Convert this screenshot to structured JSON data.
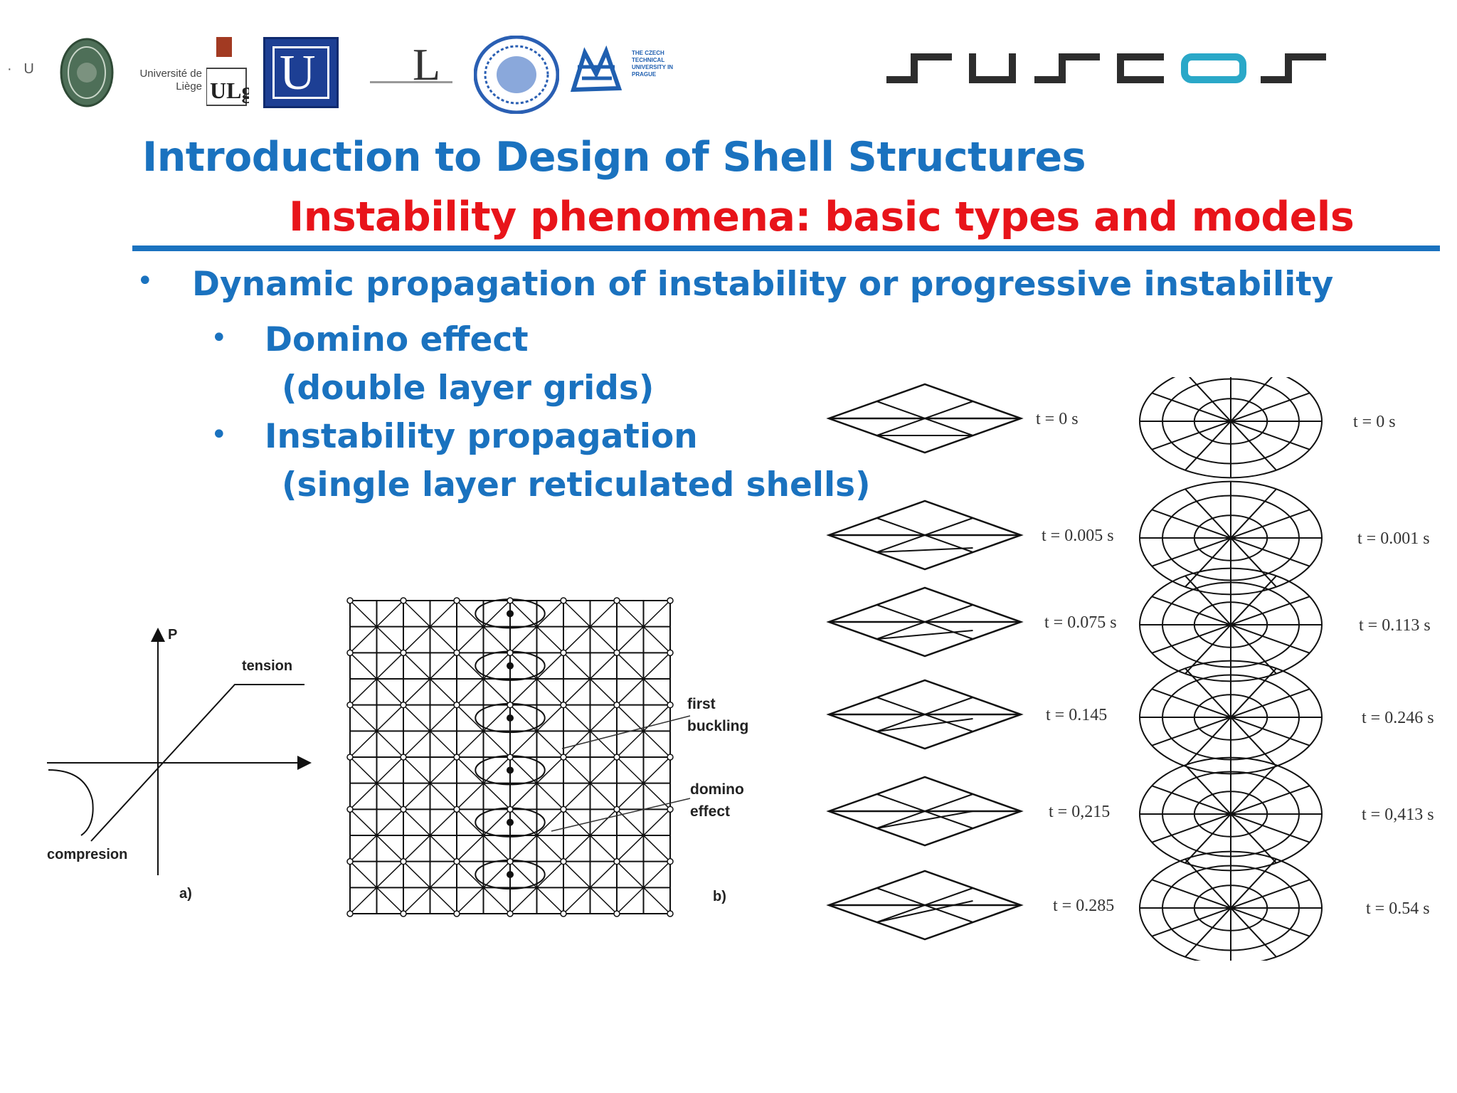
{
  "logos": [
    {
      "name": "logo-small-u",
      "text": "U"
    },
    {
      "name": "logo-green-seal",
      "text": ""
    },
    {
      "name": "logo-universite-de-liege",
      "text": "Université de Liège"
    },
    {
      "name": "logo-ulg",
      "text": "ULg"
    },
    {
      "name": "logo-ut-blue",
      "text": "U"
    },
    {
      "name": "logo-l",
      "text": "L"
    },
    {
      "name": "logo-blue-seal",
      "text": ""
    },
    {
      "name": "logo-czech-technical-university",
      "text": "THE CZECH TECHNICAL UNIVERSITY IN PRAGUE"
    }
  ],
  "brand": {
    "colors": {
      "dark": "#2d2d2d",
      "accent": "#2aa8c8"
    }
  },
  "header": {
    "title": "Introduction to Design of Shell Structures",
    "subtitle": "Instability phenomena: basic types and models"
  },
  "bullets": {
    "main": "Dynamic propagation of instability or progressive instability",
    "items": [
      {
        "label": "Domino effect",
        "detail": "(double layer grids)"
      },
      {
        "label": "Instability propagation",
        "detail": "(single layer reticulated shells)"
      }
    ]
  },
  "figure_a": {
    "y_axis": "P",
    "tension": "tension",
    "compression": "compresion",
    "panel": "a)"
  },
  "figure_b": {
    "first_buckling_1": "first",
    "first_buckling_2": "buckling",
    "domino_1": "domino",
    "domino_2": "effect",
    "panel": "b)"
  },
  "time_labels_left": [
    "t = 0 s",
    "t = 0.005 s",
    "t = 0.075 s",
    "t = 0.145",
    "t = 0,215",
    "t = 0.285"
  ],
  "time_labels_right": [
    "t = 0 s",
    "t = 0.001 s",
    "t = 0.113 s",
    "t = 0.246 s",
    "t = 0,413 s",
    "t = 0.54 s"
  ],
  "colors": {
    "title": "#1a72bf",
    "subtitle": "#e8141a",
    "rule": "#1a72bf"
  }
}
